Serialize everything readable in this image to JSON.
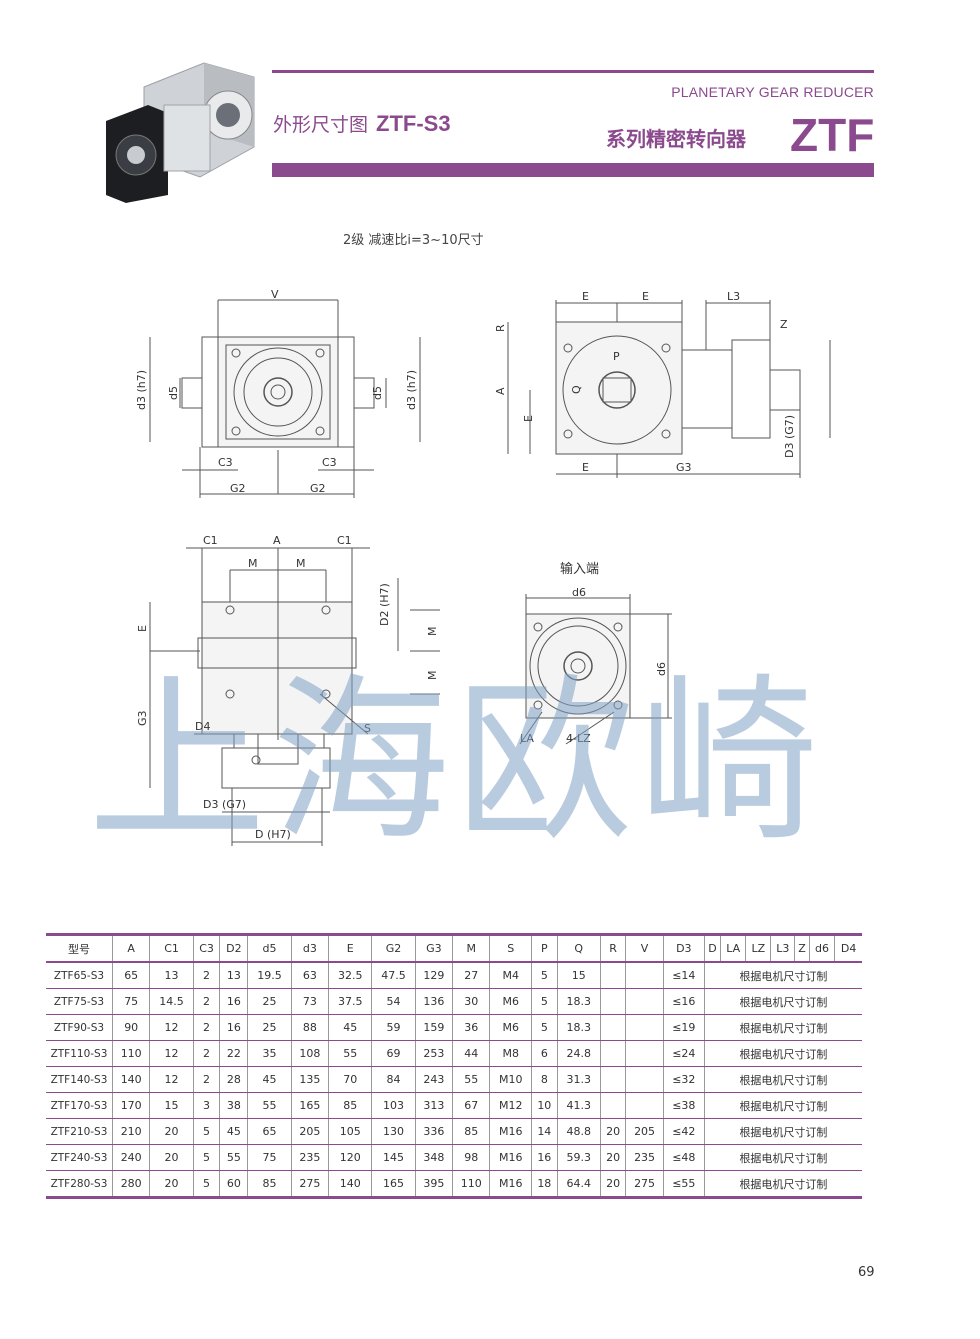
{
  "header": {
    "title_cn": "外形尺寸图",
    "title_model": "ZTF-S3",
    "subtitle_en": "PLANETARY GEAR REDUCER",
    "series_cn": "系列精密转向器",
    "series_code": "ZTF"
  },
  "drawing": {
    "caption": "2级  减速比i=3~10尺寸",
    "input_label": "输入端",
    "labels": {
      "V": "V",
      "d3h7": "d3 (h7)",
      "d5": "d5",
      "C3": "C3",
      "G2": "G2",
      "E": "E",
      "L3": "L3",
      "R": "R",
      "Z": "Z",
      "A": "A",
      "P": "P",
      "Q": "Q",
      "G3": "G3",
      "D3G7": "D3 (G7)",
      "C1": "C1",
      "M": "M",
      "D2H7": "D2 (H7)",
      "D4": "D4",
      "S": "S",
      "DH7": "D (H7)",
      "d6": "d6",
      "LA": "LA",
      "LZ4": "4-LZ"
    }
  },
  "watermark": "上海欧崎",
  "page_number": "69",
  "table": {
    "headers": [
      "型号",
      "A",
      "C1",
      "C3",
      "D2",
      "d5",
      "d3",
      "E",
      "G2",
      "G3",
      "M",
      "S",
      "P",
      "Q",
      "R",
      "V",
      "D3",
      "D",
      "LA",
      "LZ",
      "L3",
      "Z",
      "d6",
      "D4"
    ],
    "merged_note": "根据电机尺寸订制",
    "rows": [
      [
        "ZTF65-S3",
        "65",
        "13",
        "2",
        "13",
        "19.5",
        "63",
        "32.5",
        "47.5",
        "129",
        "27",
        "M4",
        "5",
        "15",
        "",
        "",
        "≤14"
      ],
      [
        "ZTF75-S3",
        "75",
        "14.5",
        "2",
        "16",
        "25",
        "73",
        "37.5",
        "54",
        "136",
        "30",
        "M6",
        "5",
        "18.3",
        "",
        "",
        "≤16"
      ],
      [
        "ZTF90-S3",
        "90",
        "12",
        "2",
        "16",
        "25",
        "88",
        "45",
        "59",
        "159",
        "36",
        "M6",
        "5",
        "18.3",
        "",
        "",
        "≤19"
      ],
      [
        "ZTF110-S3",
        "110",
        "12",
        "2",
        "22",
        "35",
        "108",
        "55",
        "69",
        "253",
        "44",
        "M8",
        "6",
        "24.8",
        "",
        "",
        "≤24"
      ],
      [
        "ZTF140-S3",
        "140",
        "12",
        "2",
        "28",
        "45",
        "135",
        "70",
        "84",
        "243",
        "55",
        "M10",
        "8",
        "31.3",
        "",
        "",
        "≤32"
      ],
      [
        "ZTF170-S3",
        "170",
        "15",
        "3",
        "38",
        "55",
        "165",
        "85",
        "103",
        "313",
        "67",
        "M12",
        "10",
        "41.3",
        "",
        "",
        "≤38"
      ],
      [
        "ZTF210-S3",
        "210",
        "20",
        "5",
        "45",
        "65",
        "205",
        "105",
        "130",
        "336",
        "85",
        "M16",
        "14",
        "48.8",
        "20",
        "205",
        "≤42"
      ],
      [
        "ZTF240-S3",
        "240",
        "20",
        "5",
        "55",
        "75",
        "235",
        "120",
        "145",
        "348",
        "98",
        "M16",
        "16",
        "59.3",
        "20",
        "235",
        "≤48"
      ],
      [
        "ZTF280-S3",
        "280",
        "20",
        "5",
        "60",
        "85",
        "275",
        "140",
        "165",
        "395",
        "110",
        "M16",
        "18",
        "64.4",
        "20",
        "275",
        "≤55"
      ]
    ]
  }
}
